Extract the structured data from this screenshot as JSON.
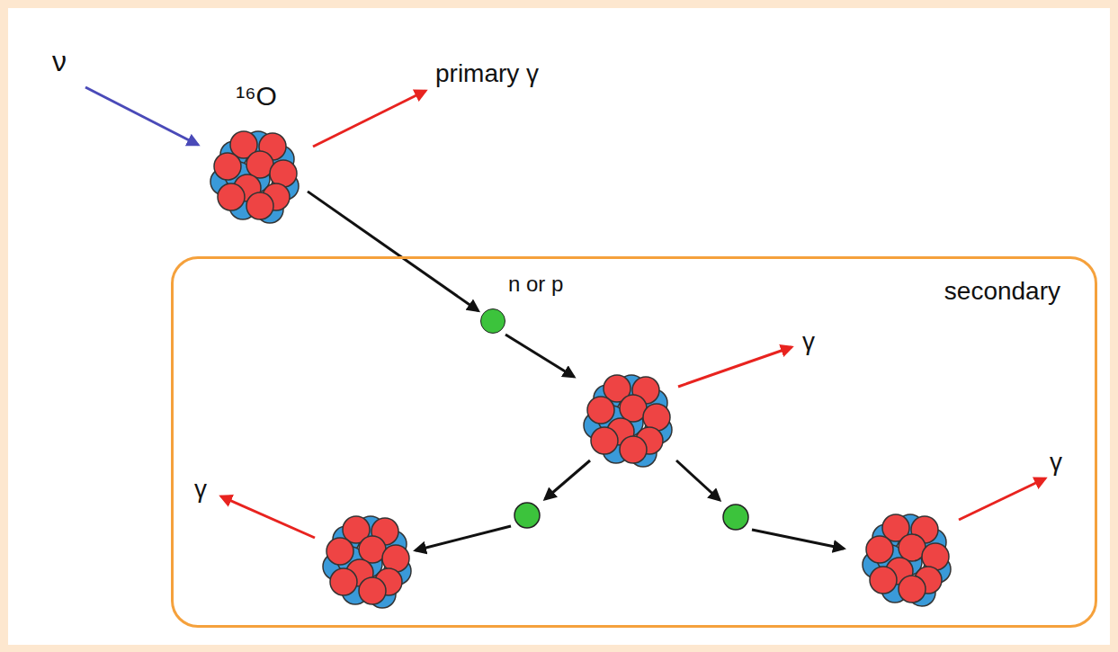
{
  "diagram": {
    "nodes": [
      {
        "text": [
          "¹⁶O"
        ]
      },
      {
        "text": [
          "secondary"
        ]
      },
      {
        "text": [
          "n or p"
        ],
        "in": 1
      }
    ],
    "edges": [
      {
        "from": 0,
        "to": 2,
        "arrow": "to"
      }
    ],
    "labels": [
      "ν",
      "primary γ",
      "γ",
      "γ",
      "γ"
    ]
  }
}
